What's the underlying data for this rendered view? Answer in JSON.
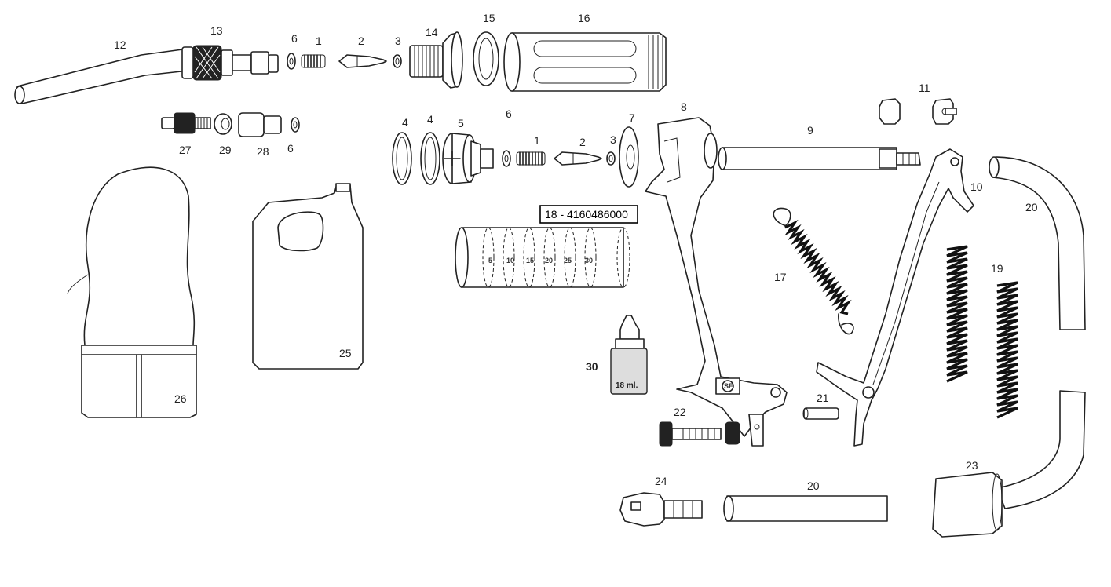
{
  "parts": [
    {
      "id": "p1a",
      "label": "1"
    },
    {
      "id": "p2a",
      "label": "2"
    },
    {
      "id": "p3a",
      "label": "3"
    },
    {
      "id": "p6a",
      "label": "6"
    },
    {
      "id": "p12",
      "label": "12"
    },
    {
      "id": "p13",
      "label": "13"
    },
    {
      "id": "p14",
      "label": "14"
    },
    {
      "id": "p15",
      "label": "15"
    },
    {
      "id": "p16",
      "label": "16"
    },
    {
      "id": "p27",
      "label": "27"
    },
    {
      "id": "p29",
      "label": "29"
    },
    {
      "id": "p28",
      "label": "28"
    },
    {
      "id": "p6b",
      "label": "6"
    },
    {
      "id": "p4a",
      "label": "4"
    },
    {
      "id": "p4b",
      "label": "4"
    },
    {
      "id": "p5",
      "label": "5"
    },
    {
      "id": "p6c",
      "label": "6"
    },
    {
      "id": "p1b",
      "label": "1"
    },
    {
      "id": "p2b",
      "label": "2"
    },
    {
      "id": "p3b",
      "label": "3"
    },
    {
      "id": "p7",
      "label": "7"
    },
    {
      "id": "p8",
      "label": "8"
    },
    {
      "id": "p9",
      "label": "9"
    },
    {
      "id": "p11",
      "label": "11"
    },
    {
      "id": "p10",
      "label": "10"
    },
    {
      "id": "p20a",
      "label": "20"
    },
    {
      "id": "p17",
      "label": "17"
    },
    {
      "id": "p19",
      "label": "19"
    },
    {
      "id": "p25",
      "label": "25"
    },
    {
      "id": "p26",
      "label": "26"
    },
    {
      "id": "p30",
      "label": "30"
    },
    {
      "id": "p21",
      "label": "21"
    },
    {
      "id": "p22",
      "label": "22"
    },
    {
      "id": "p23",
      "label": "23"
    },
    {
      "id": "p24",
      "label": "24"
    },
    {
      "id": "p20b",
      "label": "20"
    }
  ],
  "reference_box": "18 - 4160486000",
  "scale_marks": [
    "5",
    "10",
    "15",
    "20",
    "25",
    "30"
  ],
  "bottle_label": "18 ml."
}
